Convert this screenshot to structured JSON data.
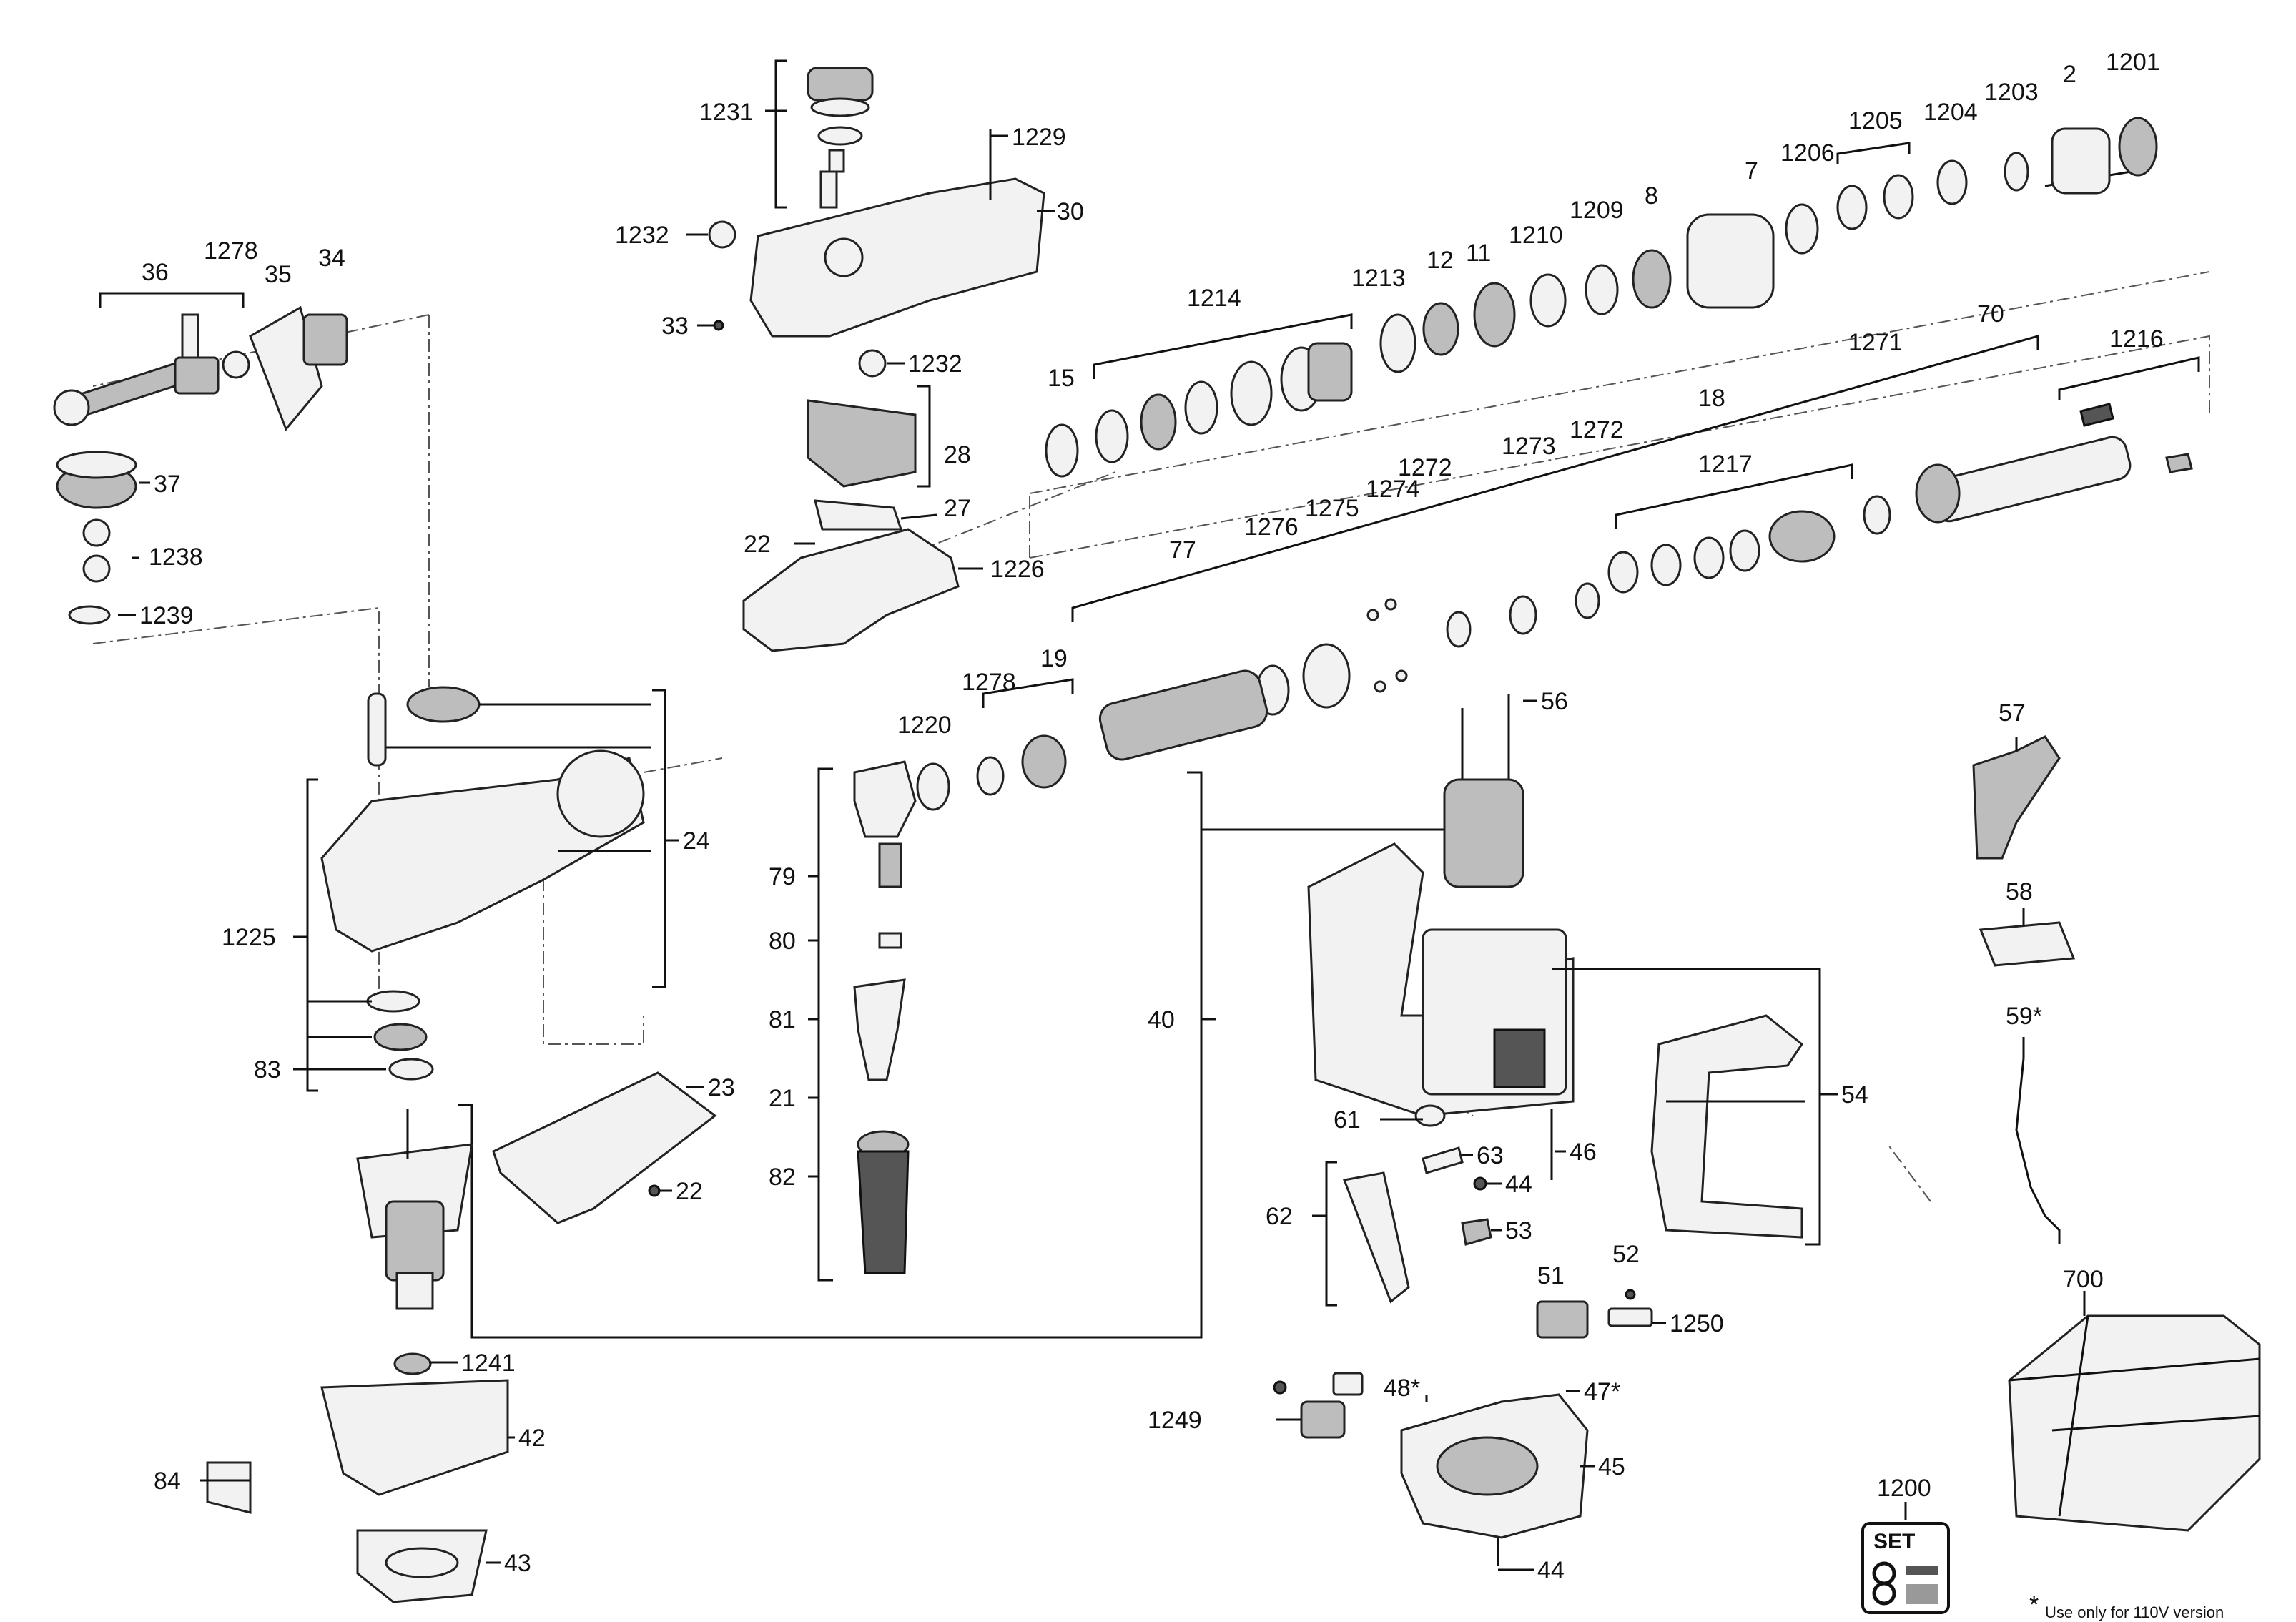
{
  "diagram": {
    "labels": [
      {
        "id": "36",
        "text": "36"
      },
      {
        "id": "1278a",
        "text": "1278"
      },
      {
        "id": "35",
        "text": "35"
      },
      {
        "id": "34",
        "text": "34"
      },
      {
        "id": "37",
        "text": "37"
      },
      {
        "id": "1238",
        "text": "1238"
      },
      {
        "id": "1239",
        "text": "1239"
      },
      {
        "id": "1231",
        "text": "1231"
      },
      {
        "id": "1229",
        "text": "1229"
      },
      {
        "id": "30",
        "text": "30"
      },
      {
        "id": "1232a",
        "text": "1232"
      },
      {
        "id": "33",
        "text": "33"
      },
      {
        "id": "1232b",
        "text": "1232"
      },
      {
        "id": "28",
        "text": "28"
      },
      {
        "id": "27",
        "text": "27"
      },
      {
        "id": "22a",
        "text": "22"
      },
      {
        "id": "1226",
        "text": "1226"
      },
      {
        "id": "2",
        "text": "2"
      },
      {
        "id": "1201",
        "text": "1201"
      },
      {
        "id": "1203",
        "text": "1203"
      },
      {
        "id": "1204",
        "text": "1204"
      },
      {
        "id": "1205",
        "text": "1205"
      },
      {
        "id": "1206",
        "text": "1206"
      },
      {
        "id": "7",
        "text": "7"
      },
      {
        "id": "8",
        "text": "8"
      },
      {
        "id": "1209",
        "text": "1209"
      },
      {
        "id": "1210",
        "text": "1210"
      },
      {
        "id": "11",
        "text": "11"
      },
      {
        "id": "12",
        "text": "12"
      },
      {
        "id": "1213",
        "text": "1213"
      },
      {
        "id": "1214",
        "text": "1214"
      },
      {
        "id": "15",
        "text": "15"
      },
      {
        "id": "1216",
        "text": "1216"
      },
      {
        "id": "70",
        "text": "70"
      },
      {
        "id": "1271",
        "text": "1271"
      },
      {
        "id": "18",
        "text": "18"
      },
      {
        "id": "1217",
        "text": "1217"
      },
      {
        "id": "1272a",
        "text": "1272"
      },
      {
        "id": "1273",
        "text": "1273"
      },
      {
        "id": "1272b",
        "text": "1272"
      },
      {
        "id": "1274",
        "text": "1274"
      },
      {
        "id": "1275",
        "text": "1275"
      },
      {
        "id": "1276",
        "text": "1276"
      },
      {
        "id": "77",
        "text": "77"
      },
      {
        "id": "19",
        "text": "19"
      },
      {
        "id": "1278b",
        "text": "1278"
      },
      {
        "id": "1220",
        "text": "1220"
      },
      {
        "id": "24",
        "text": "24"
      },
      {
        "id": "1225",
        "text": "1225"
      },
      {
        "id": "83",
        "text": "83"
      },
      {
        "id": "23",
        "text": "23"
      },
      {
        "id": "22b",
        "text": "22"
      },
      {
        "id": "79",
        "text": "79"
      },
      {
        "id": "80",
        "text": "80"
      },
      {
        "id": "81",
        "text": "81"
      },
      {
        "id": "21",
        "text": "21"
      },
      {
        "id": "82",
        "text": "82"
      },
      {
        "id": "40",
        "text": "40"
      },
      {
        "id": "1241",
        "text": "1241"
      },
      {
        "id": "42",
        "text": "42"
      },
      {
        "id": "84",
        "text": "84"
      },
      {
        "id": "43",
        "text": "43"
      },
      {
        "id": "56",
        "text": "56"
      },
      {
        "id": "57",
        "text": "57"
      },
      {
        "id": "58",
        "text": "58"
      },
      {
        "id": "59",
        "text": "59*"
      },
      {
        "id": "54",
        "text": "54"
      },
      {
        "id": "61",
        "text": "61"
      },
      {
        "id": "63",
        "text": "63"
      },
      {
        "id": "46",
        "text": "46"
      },
      {
        "id": "44a",
        "text": "44"
      },
      {
        "id": "62",
        "text": "62"
      },
      {
        "id": "53",
        "text": "53"
      },
      {
        "id": "51",
        "text": "51"
      },
      {
        "id": "52",
        "text": "52"
      },
      {
        "id": "1250",
        "text": "1250"
      },
      {
        "id": "48",
        "text": "48*"
      },
      {
        "id": "47",
        "text": "47*"
      },
      {
        "id": "1249",
        "text": "1249"
      },
      {
        "id": "45",
        "text": "45"
      },
      {
        "id": "44b",
        "text": "44"
      },
      {
        "id": "700",
        "text": "700"
      },
      {
        "id": "1200",
        "text": "1200"
      }
    ],
    "set_badge": "SET",
    "footnote_star": "*",
    "footnote": "Use only for 110V version"
  }
}
